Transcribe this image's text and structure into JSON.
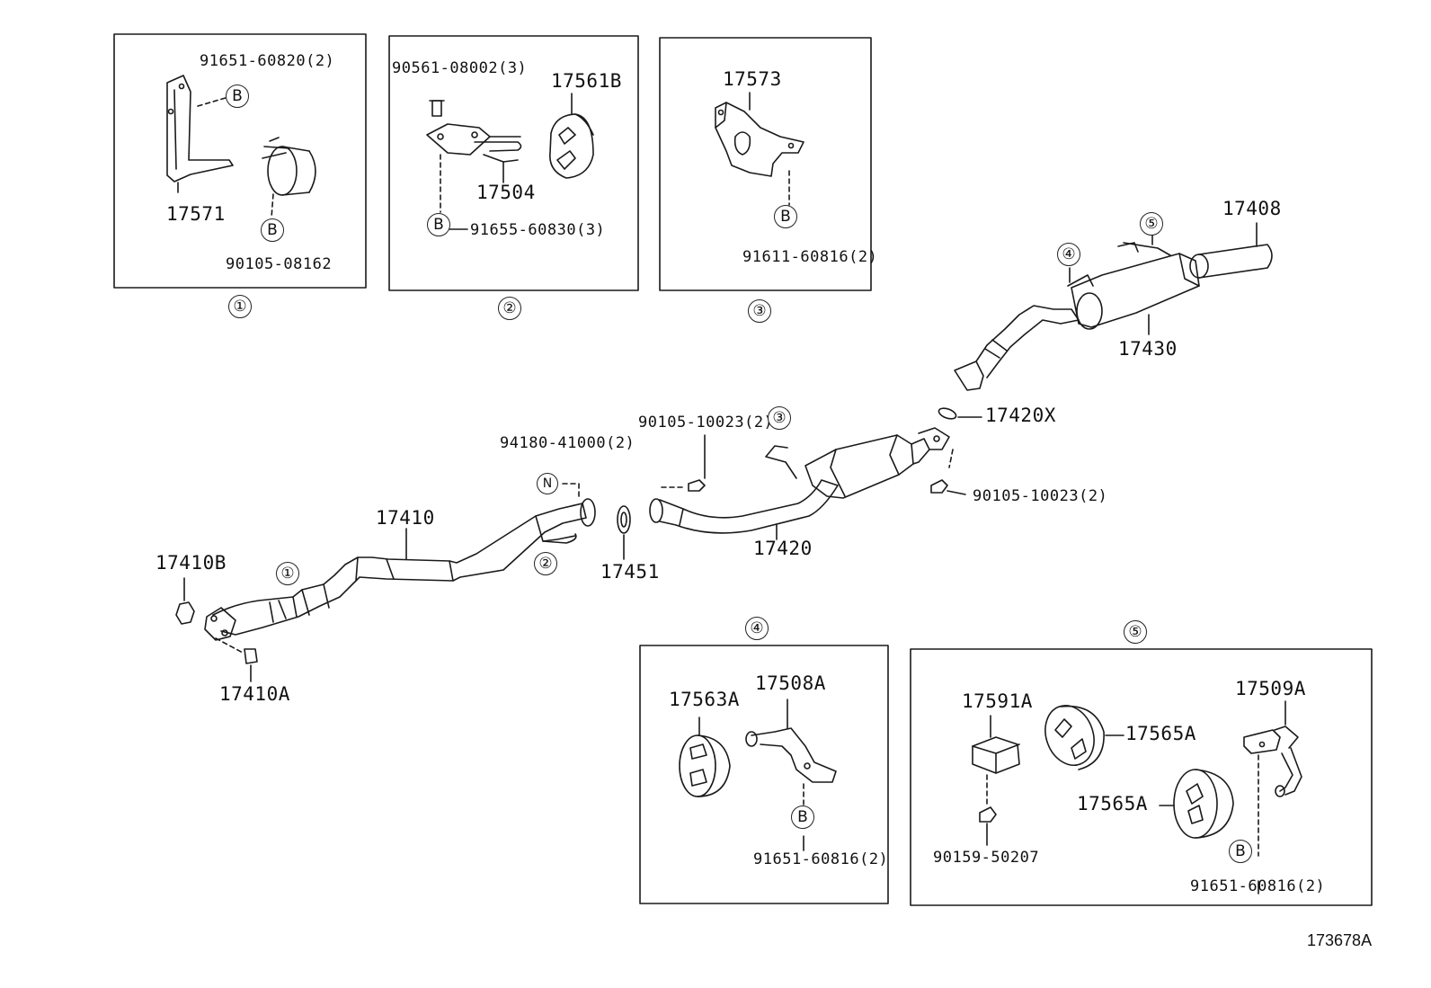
{
  "diagram": {
    "reference_code": "173678A",
    "inset_box_markers": [
      "①",
      "②",
      "③",
      "④",
      "⑤"
    ],
    "callout_marker_B": "B",
    "callout_marker_N": "N",
    "labels": {
      "p91651_60820": "91651-60820(2)",
      "p17571": "17571",
      "p90105_08162": "90105-08162",
      "p90561_08002": "90561-08002(3)",
      "p17561B": "17561B",
      "p17504": "17504",
      "p91655_60830": "91655-60830(3)",
      "p17573": "17573",
      "p91611_60816": "91611-60816(2)",
      "p17408": "17408",
      "p17430": "17430",
      "p17420X": "17420X",
      "p90105_10023_a": "90105-10023(2)",
      "p90105_10023_b": "90105-10023(2)",
      "p94180_41000": "94180-41000(2)",
      "p17410": "17410",
      "p17410B": "17410B",
      "p17410A": "17410A",
      "p17451": "17451",
      "p17420": "17420",
      "p17563A": "17563A",
      "p17508A": "17508A",
      "p91651_60816_a": "91651-60816(2)",
      "p17591A": "17591A",
      "p17565A_a": "17565A",
      "p17565A_b": "17565A",
      "p17509A": "17509A",
      "p90159_50207": "90159-50207",
      "p91651_60816_b": "91651-60816(2)"
    }
  }
}
